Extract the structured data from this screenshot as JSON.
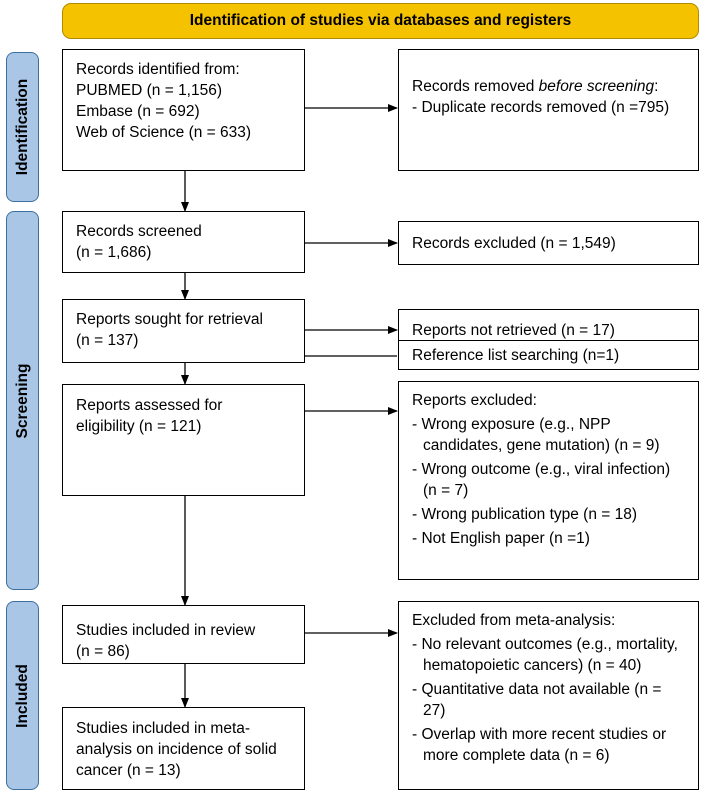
{
  "header": {
    "title": "Identification of studies via databases and registers"
  },
  "phases": {
    "identification": "Identification",
    "screening": "Screening",
    "included": "Included"
  },
  "boxes": {
    "records_identified": [
      "Records identified from:",
      "PUBMED (n = 1,156)",
      "Embase (n = 692)",
      "Web of Science (n = 633)"
    ],
    "records_removed": {
      "title_plain": "Records removed ",
      "title_italic": "before screening",
      "title_end": ":",
      "item": "- Duplicate records removed (n =795)"
    },
    "records_screened": [
      "Records screened",
      "(n = 1,686)"
    ],
    "records_excluded": "Records excluded (n = 1,549)",
    "reports_sought": [
      "Reports sought for retrieval",
      "(n = 137)"
    ],
    "reports_not_retrieved": "Reports not retrieved (n = 17)",
    "reference_list": "Reference list searching (n=1)",
    "reports_assessed": [
      "Reports assessed for",
      "eligibility (n = 121)"
    ],
    "reports_excluded": {
      "title": "Reports excluded:",
      "items": [
        "- Wrong exposure (e.g., NPP candidates, gene mutation) (n = 9)",
        "- Wrong outcome (e.g., viral infection) (n = 7)",
        "- Wrong publication type (n = 18)",
        "- Not English paper (n =1)"
      ]
    },
    "studies_review": [
      "Studies included in review",
      "(n = 86)"
    ],
    "excluded_meta": {
      "title": "Excluded from meta-analysis:",
      "items": [
        "- No relevant outcomes (e.g., mortality, hematopoietic cancers) (n = 40)",
        "- Quantitative data not available (n = 27)",
        "- Overlap with more recent studies or more complete data (n = 6)"
      ]
    },
    "studies_meta": [
      "Studies included in meta-",
      "analysis on incidence of solid",
      "cancer (n = 13)"
    ]
  }
}
